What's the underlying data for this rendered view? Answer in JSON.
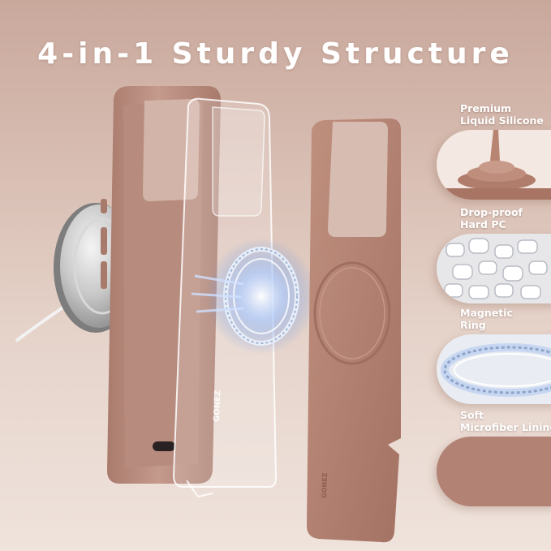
{
  "headline": "4-in-1 Sturdy Structure",
  "features": [
    {
      "label_line1": "Premium",
      "label_line2": "Liquid Silicone",
      "icon": "liquid-silicone-swatch"
    },
    {
      "label_line1": "Drop-proof",
      "label_line2": "Hard PC",
      "icon": "pc-pellets-swatch"
    },
    {
      "label_line1": "Magnetic",
      "label_line2": "Ring",
      "icon": "magnetic-ring-swatch"
    },
    {
      "label_line1": "Soft",
      "label_line2": "Microfiber Lining",
      "icon": "microfiber-swatch"
    }
  ],
  "brand": "GONEZ",
  "colors": {
    "background_top": "#c9a89c",
    "background_bottom": "#efe3dc",
    "case_silicone": "#b98d7f",
    "microfiber": "#b07f70",
    "magsafe_glow": "#7fb2ff",
    "text": "#ffffff"
  }
}
